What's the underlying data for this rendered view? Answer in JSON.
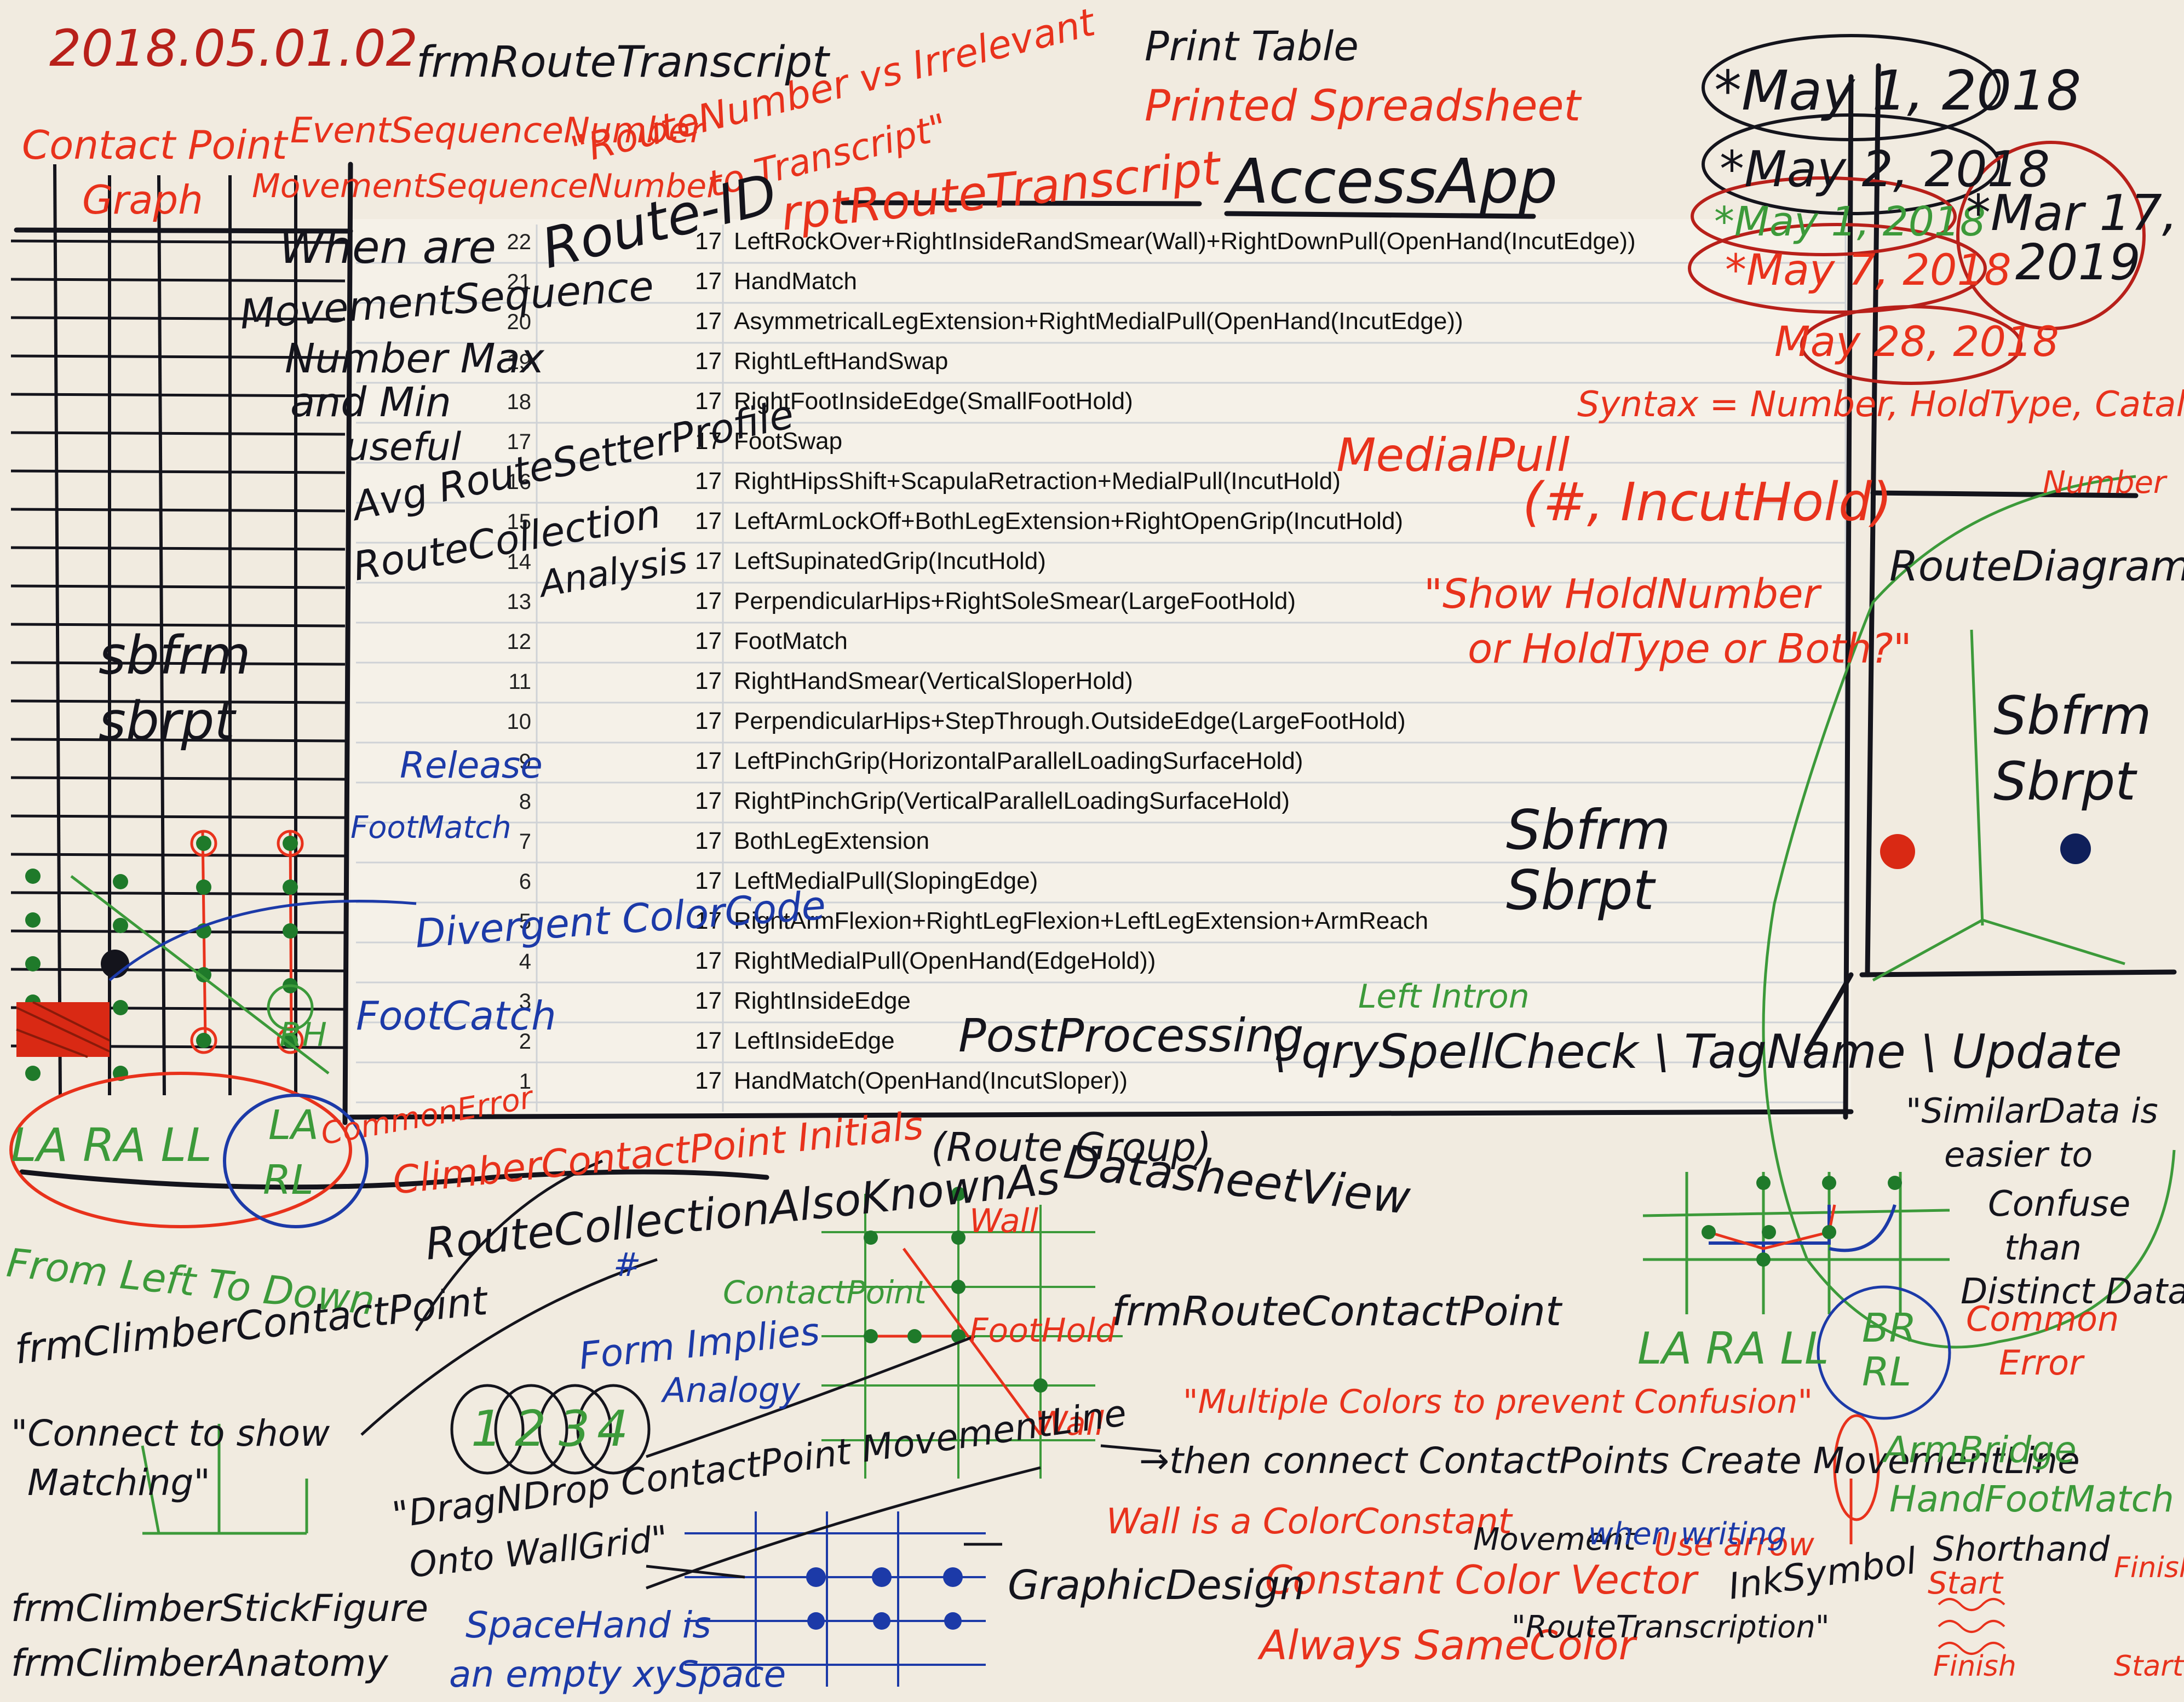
{
  "colors": {
    "paper": "#f4efe6",
    "black": "#14141c",
    "red": "#e8321c",
    "blue": "#1c3aa8",
    "green": "#3c9a3a",
    "grid": "#c9ccd0"
  },
  "header": {
    "version": "2018.05.01.02",
    "from_transcript": "frmRouteTranscript",
    "print_table": "Print Table",
    "printed_spreadsheet": "Printed Spreadsheet",
    "access_app": "AccessApp",
    "contact_point": "Contact Point",
    "graph": "Graph",
    "event_seq": "EventSequenceNumber",
    "movement_seq": "MovementSequenceNumber",
    "route_number_note": "\"RouteNumber vs Irrelevant",
    "to_transcript": "to Transcript\"",
    "route_id": "Route-ID",
    "rpt_route_transcript": "rptRouteTranscript"
  },
  "dates": {
    "d1": "*May 1, 2018",
    "d2": "*May 2, 2018",
    "d3": "*May 1, 2018",
    "d4": "*May 7, 2018",
    "d5": "May 28, 2018",
    "d6_line1": "*Mar 17,",
    "d6_line2": "2019"
  },
  "spreadsheet": {
    "rows": [
      {
        "n": "22",
        "rid": "17",
        "mv": "LeftRockOver+RightInsideRandSmear(Wall)+RightDownPull(OpenHand(IncutEdge))"
      },
      {
        "n": "21",
        "rid": "17",
        "mv": "HandMatch"
      },
      {
        "n": "20",
        "rid": "17",
        "mv": "AsymmetricalLegExtension+RightMedialPull(OpenHand(IncutEdge))"
      },
      {
        "n": "19",
        "rid": "17",
        "mv": "RightLeftHandSwap"
      },
      {
        "n": "18",
        "rid": "17",
        "mv": "RightFootInsideEdge(SmallFootHold)"
      },
      {
        "n": "17",
        "rid": "17",
        "mv": "FootSwap"
      },
      {
        "n": "16",
        "rid": "17",
        "mv": "RightHipsShift+ScapulaRetraction+MedialPull(IncutHold)"
      },
      {
        "n": "15",
        "rid": "17",
        "mv": "LeftArmLockOff+BothLegExtension+RightOpenGrip(IncutHold)"
      },
      {
        "n": "14",
        "rid": "17",
        "mv": "LeftSupinatedGrip(IncutHold)"
      },
      {
        "n": "13",
        "rid": "17",
        "mv": "PerpendicularHips+RightSoleSmear(LargeFootHold)"
      },
      {
        "n": "12",
        "rid": "17",
        "mv": "FootMatch"
      },
      {
        "n": "11",
        "rid": "17",
        "mv": "RightHandSmear(VerticalSloperHold)"
      },
      {
        "n": "10",
        "rid": "17",
        "mv": "PerpendicularHips+StepThrough.OutsideEdge(LargeFootHold)"
      },
      {
        "n": "9",
        "rid": "17",
        "mv": "LeftPinchGrip(HorizontalParallelLoadingSurfaceHold)"
      },
      {
        "n": "8",
        "rid": "17",
        "mv": "RightPinchGrip(VerticalParallelLoadingSurfaceHold)"
      },
      {
        "n": "7",
        "rid": "17",
        "mv": "BothLegExtension"
      },
      {
        "n": "6",
        "rid": "17",
        "mv": "LeftMedialPull(SlopingEdge)"
      },
      {
        "n": "5",
        "rid": "17",
        "mv": "RightArmFlexion+RightLegFlexion+LeftLegExtension+ArmReach"
      },
      {
        "n": "4",
        "rid": "17",
        "mv": "RightMedialPull(OpenHand(EdgeHold))"
      },
      {
        "n": "3",
        "rid": "17",
        "mv": "RightInsideEdge"
      },
      {
        "n": "2",
        "rid": "17",
        "mv": "LeftInsideEdge"
      },
      {
        "n": "1",
        "rid": "17",
        "mv": "HandMatch(OpenHand(IncutSloper))"
      }
    ]
  },
  "left_notes": {
    "when_are": "When are",
    "movement_seq": "MovementSequence",
    "number_max": "Number Max",
    "and_min": "and Min",
    "useful": "useful",
    "avg": "Avg RouteSetterProfile",
    "route_collection": "RouteCollection",
    "analysis": "Analysis",
    "sbfrm": "sbfrm",
    "sbrpt": "sbrpt",
    "release": "Release",
    "footmatch": "FootMatch",
    "divergent": "Divergent ColorCode",
    "footcatch": "FootCatch",
    "limb_labels": "LA  RA  LL",
    "la": "LA",
    "rl": "RL",
    "common_error": "CommonError",
    "climber_initials": "ClimberContactPoint Initials",
    "from_left_to_down": "From Left To Down",
    "frm_climber_cp": "frmClimberContactPoint",
    "connect_to_show": "\"Connect to show",
    "matching": "Matching\"",
    "frm_stick": "frmClimberStickFigure",
    "frm_anatomy": "frmClimberAnatomy",
    "rh": "RH"
  },
  "middle_notes": {
    "route_collection_aka": "RouteCollectionAlsoKnownAs",
    "route_group": "(Route Group)",
    "datasheet_view": "DatasheetView",
    "contact_point": "ContactPoint",
    "form_implies": "Form Implies",
    "analogy": "Analogy",
    "wall1": "Wall",
    "foothold": "FootHold",
    "wall2": "Wall",
    "frm_route_cp": "frmRouteContactPoint",
    "circles": [
      "1",
      "2",
      "3",
      "4"
    ],
    "dd_line1": "\"DragNDrop ContactPoint MovementLine",
    "dd_line2": "Onto WallGrid\"",
    "then_connect": "→then connect ContactPoints Create MovementLine",
    "multiple_colors": "\"Multiple Colors to prevent Confusion\"",
    "wall_constant": "Wall is a ColorConstant",
    "constant_color": "Constant Color Vector",
    "movement": "Movement",
    "always_same": "Always SameColor",
    "use_arrow": "Use arrow",
    "when_writing": "when writing",
    "route_transcription": "\"RouteTranscription\"",
    "ink_symbol": "InkSymbol",
    "graphic_design": "GraphicDesign",
    "space_hand": "SpaceHand is",
    "empty_space": "an empty xySpace",
    "post_processing": "PostProcessing",
    "qry_spell": "\\ qrySpellCheck \\ TagName \\ Update",
    "left_intron": "Left Intron",
    "sbfrm": "Sbfrm",
    "sbrpt": "Sbrpt",
    "hash": "#"
  },
  "right_notes": {
    "syntax": "Syntax = Number, HoldType, CatalogueNo",
    "number": "Number",
    "medial_pull": "MedialPull",
    "hash_incut": "(#, IncutHold)",
    "show_hold": "\"Show HoldNumber",
    "or_hold": "or HoldType or Both?\"",
    "route_diagram": "RouteDiagram",
    "sbfrm": "Sbfrm",
    "sbrpt": "Sbrpt",
    "similar_data": "\"SimilarData is",
    "easier": "easier to",
    "confuse": "Confuse",
    "than": "than",
    "distinct": "Distinct Data\"",
    "common_error": "Common",
    "error": "Error",
    "limb_labels": "LA RA LL",
    "br": "BR",
    "rl": "RL",
    "arm_bridge": "ArmBridge",
    "hand_foot_match": "HandFootMatch",
    "shorthand": "Shorthand",
    "start": "Start",
    "finish_top": "Finish",
    "finish_bottom": "Finish",
    "start_bottom": "Start"
  }
}
